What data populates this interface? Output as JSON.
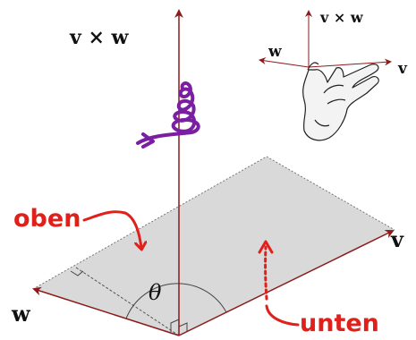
{
  "labels": {
    "v_cross_w_main": "v × w",
    "v_cross_w_small": "v × w",
    "w_small": "w",
    "v_small": "v",
    "v_main": "v",
    "w_main": "w",
    "theta": "θ",
    "oben": "oben",
    "unten": "unten"
  },
  "colors": {
    "axis": "#8b1a1a",
    "plane_fill": "#d9d9d9",
    "annotation": "#e0201b",
    "spiral": "#7a1fa2",
    "ink": "#111111"
  }
}
